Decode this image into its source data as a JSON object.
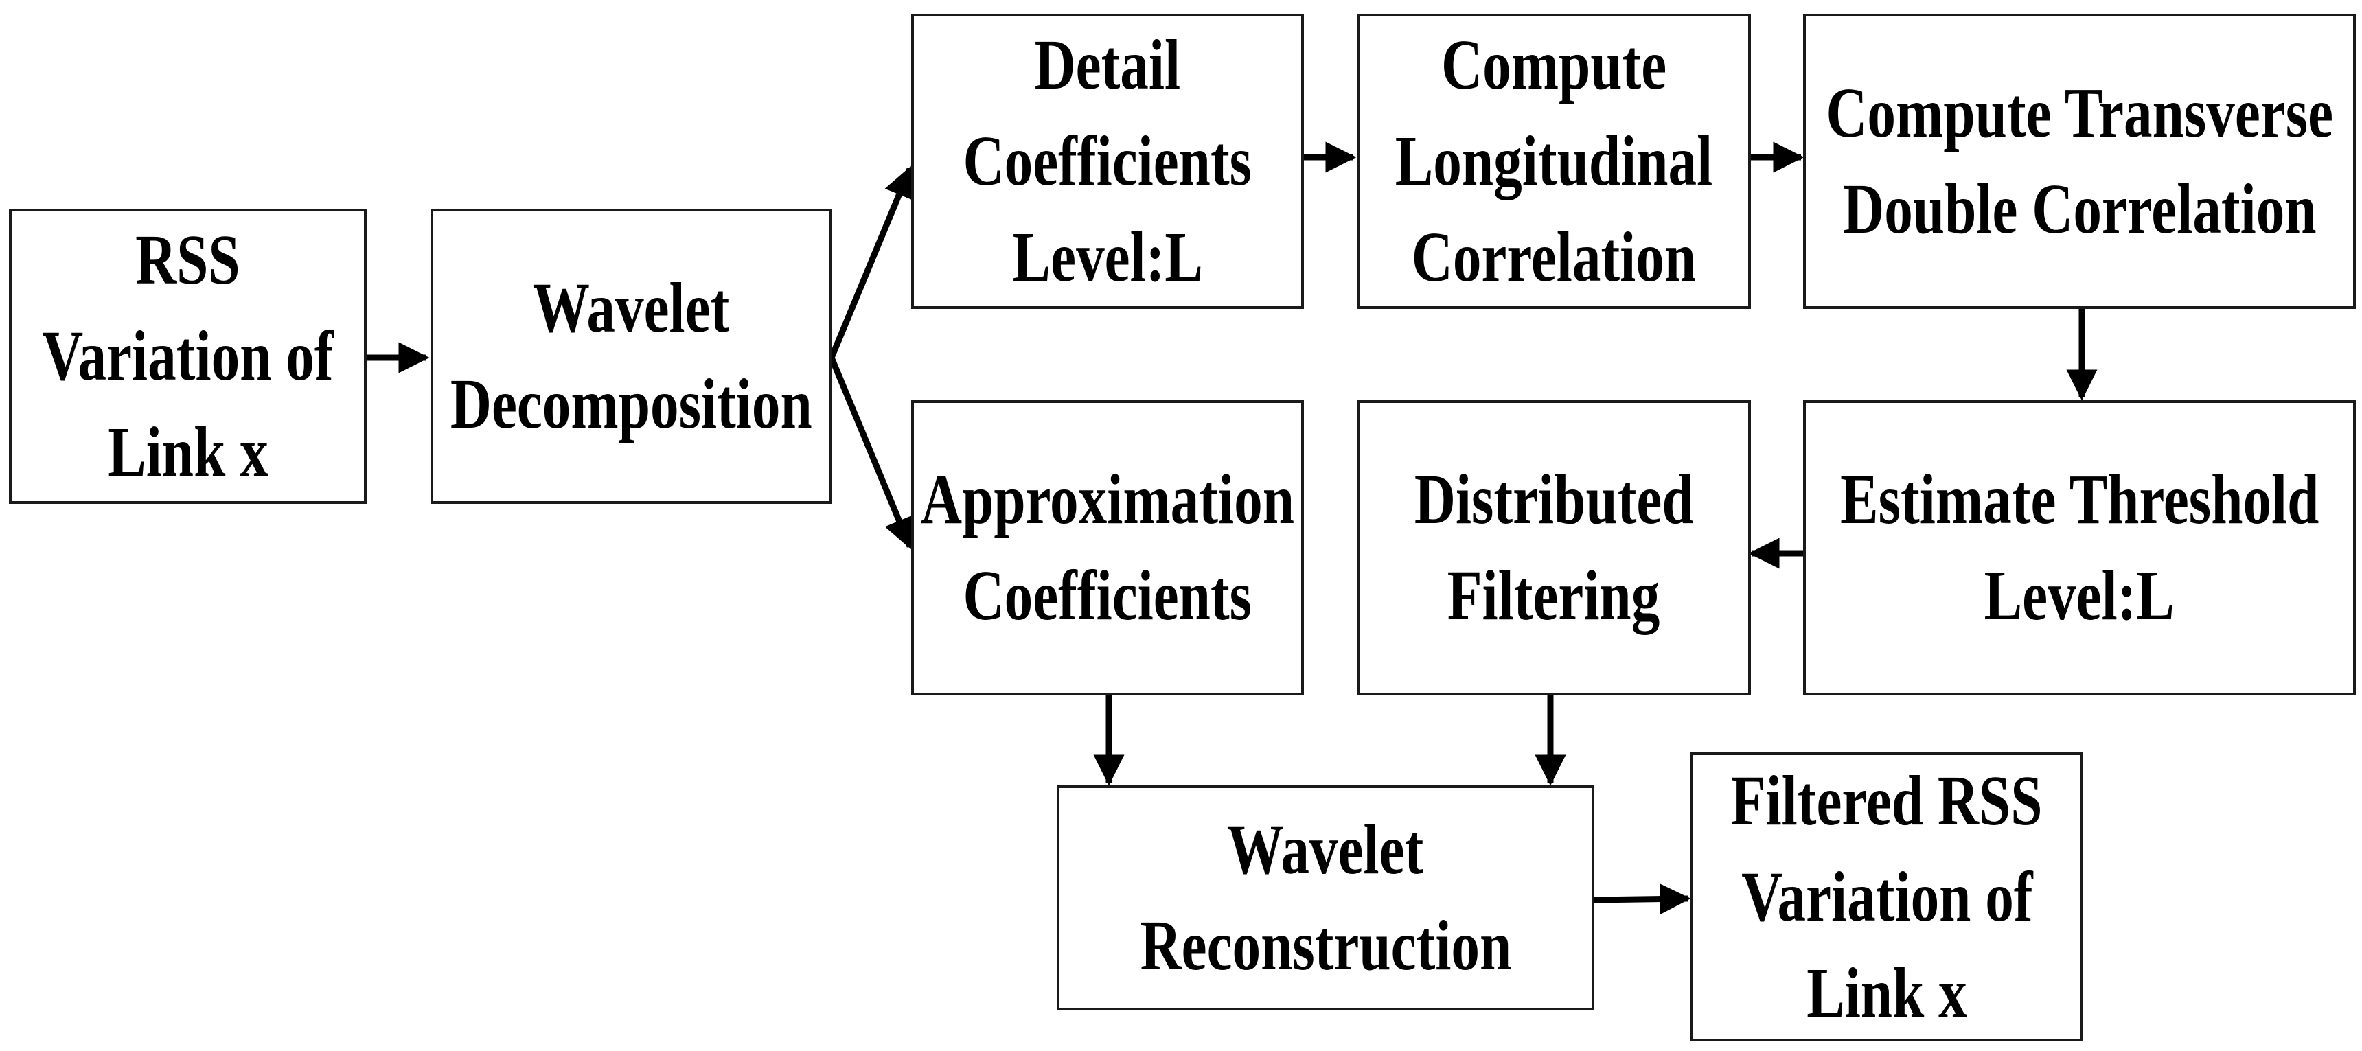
{
  "diagram": {
    "nodes": [
      {
        "id": "rss-input",
        "lines": [
          "RSS",
          "Variation of",
          "Link x"
        ]
      },
      {
        "id": "wavelet-decomposition",
        "lines": [
          "Wavelet",
          "Decomposition"
        ]
      },
      {
        "id": "detail-coefficients",
        "lines": [
          "Detail",
          "Coefficients",
          "Level:L"
        ]
      },
      {
        "id": "compute-longitudinal-correlation",
        "lines": [
          "Compute",
          "Longitudinal",
          "Correlation"
        ]
      },
      {
        "id": "compute-transverse-double-correlation",
        "lines": [
          "Compute Transverse",
          "Double Correlation"
        ]
      },
      {
        "id": "approximation-coefficients",
        "lines": [
          "Approximation",
          "Coefficients"
        ]
      },
      {
        "id": "distributed-filtering",
        "lines": [
          "Distributed",
          "Filtering"
        ]
      },
      {
        "id": "estimate-threshold",
        "lines": [
          "Estimate Threshold",
          "Level:L"
        ]
      },
      {
        "id": "wavelet-reconstruction",
        "lines": [
          "Wavelet",
          "Reconstruction"
        ]
      },
      {
        "id": "filtered-rss-output",
        "lines": [
          "Filtered RSS",
          "Variation of",
          "Link x"
        ]
      }
    ],
    "edges": [
      {
        "from": "rss-input",
        "to": "wavelet-decomposition"
      },
      {
        "from": "wavelet-decomposition",
        "to": "detail-coefficients"
      },
      {
        "from": "wavelet-decomposition",
        "to": "approximation-coefficients"
      },
      {
        "from": "detail-coefficients",
        "to": "compute-longitudinal-correlation"
      },
      {
        "from": "compute-longitudinal-correlation",
        "to": "compute-transverse-double-correlation"
      },
      {
        "from": "compute-transverse-double-correlation",
        "to": "estimate-threshold"
      },
      {
        "from": "estimate-threshold",
        "to": "distributed-filtering"
      },
      {
        "from": "approximation-coefficients",
        "to": "wavelet-reconstruction"
      },
      {
        "from": "distributed-filtering",
        "to": "wavelet-reconstruction"
      },
      {
        "from": "wavelet-reconstruction",
        "to": "filtered-rss-output"
      }
    ]
  }
}
